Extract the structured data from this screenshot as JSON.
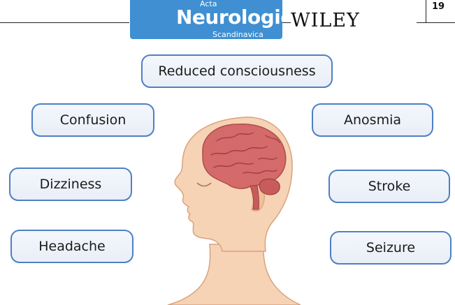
{
  "header": {
    "journal_small_top": "Acta",
    "journal_name": "Neurologica",
    "journal_small_bottom": "Scandinavica",
    "publisher": "WILEY",
    "page_number": "19"
  },
  "figure": {
    "symptoms": {
      "reduced_consciousness": "Reduced consciousness",
      "confusion": "Confusion",
      "dizziness": "Dizziness",
      "headache": "Headache",
      "anosmia": "Anosmia",
      "stroke": "Stroke",
      "seizure": "Seizure"
    },
    "colors": {
      "box_border": "#4e80c5",
      "box_fill": "#edf1f8",
      "skin": "#f6d3b4",
      "skin_outline": "#d9a27e",
      "brain": "#d56a6a",
      "journal_blue": "#3f8fd2"
    }
  }
}
